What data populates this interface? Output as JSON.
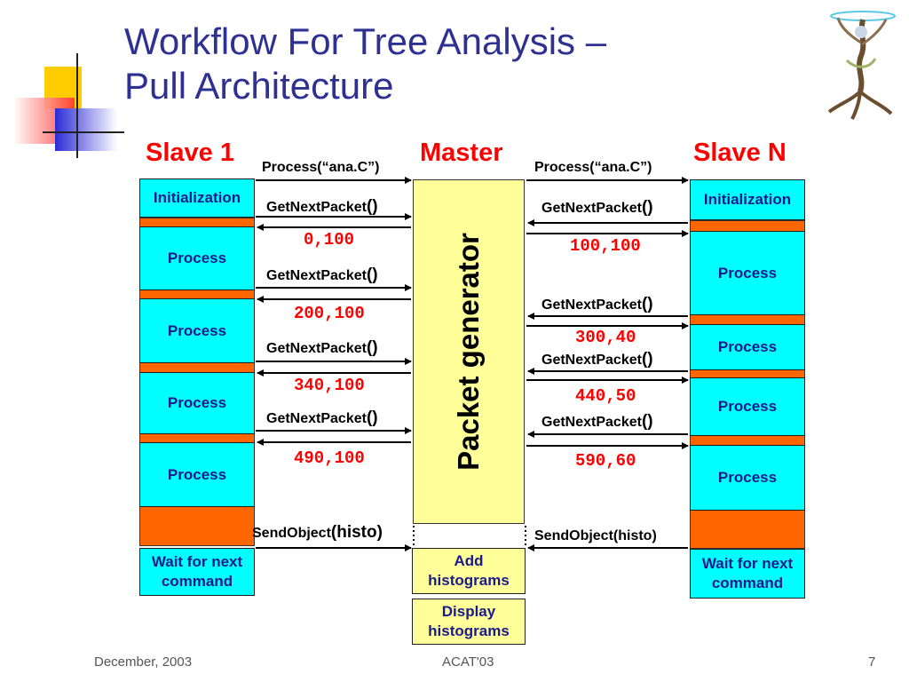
{
  "title": {
    "line1": "Workflow For Tree Analysis –",
    "line2": "Pull Architecture"
  },
  "headers": {
    "slave1": "Slave 1",
    "master": "Master",
    "slaveN": "Slave N"
  },
  "process_call": {
    "left": "Process(“ana.C”)",
    "right": "Process(“ana.C”)"
  },
  "slave1": {
    "init": "Initialization",
    "process": [
      "Process",
      "Process",
      "Process",
      "Process"
    ],
    "wait": [
      "Wait for next",
      "command"
    ]
  },
  "slaveN": {
    "init": "Initialization",
    "process": [
      "Process",
      "Process",
      "Process",
      "Process"
    ],
    "wait": [
      "Wait for next",
      "command"
    ]
  },
  "master": {
    "packet_generator": "Packet generator",
    "add": [
      "Add",
      "histograms"
    ],
    "display": [
      "Display",
      "histograms"
    ]
  },
  "getnext": {
    "name": "GetNextPacket",
    "parens": "()"
  },
  "left_packets": [
    "0,100",
    "200,100",
    "340,100",
    "490,100"
  ],
  "right_packets": [
    "100,100",
    "300,40",
    "440,50",
    "590,60"
  ],
  "sendobject": {
    "left_name": "SendObject",
    "left_args": "(histo)",
    "right": "SendObject(histo)"
  },
  "footer": {
    "date": "December, 2003",
    "conference": "ACAT'03",
    "page": "7"
  },
  "colors": {
    "title": "#2e3192",
    "header": "#ff0000",
    "process_box": "#00ffff",
    "busy": "#ff6600",
    "master_box": "#ffff99"
  }
}
